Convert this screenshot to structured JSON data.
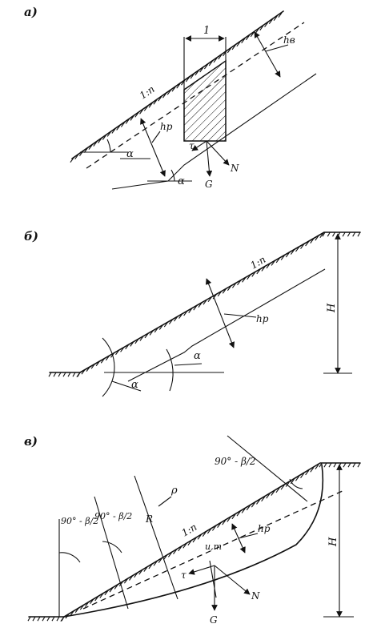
{
  "panels": [
    {
      "label": "a)",
      "slope_label": "1:n",
      "width_label": "1",
      "hb_label": "hв",
      "hp_label": "hр",
      "alpha1": "α",
      "alpha2": "α",
      "tau_label": "τ",
      "N_label": "N",
      "G_label": "G"
    },
    {
      "label": "б)",
      "slope_label": "1:n",
      "hp_label": "hр",
      "H_label": "H",
      "alpha1": "α",
      "alpha2": "α"
    },
    {
      "label": "в)",
      "angle_label_top": "90° - β/2",
      "angle_label_left1": "90° - β/2",
      "angle_label_left2": "90° - β/2",
      "rho_label": "ρ",
      "R_label": "R",
      "slope_label": "1:n",
      "hp_label": "hр",
      "H_label": "H",
      "u_label": "u,m",
      "tau_label": "τ",
      "N_label": "N",
      "G_label": "G"
    }
  ]
}
